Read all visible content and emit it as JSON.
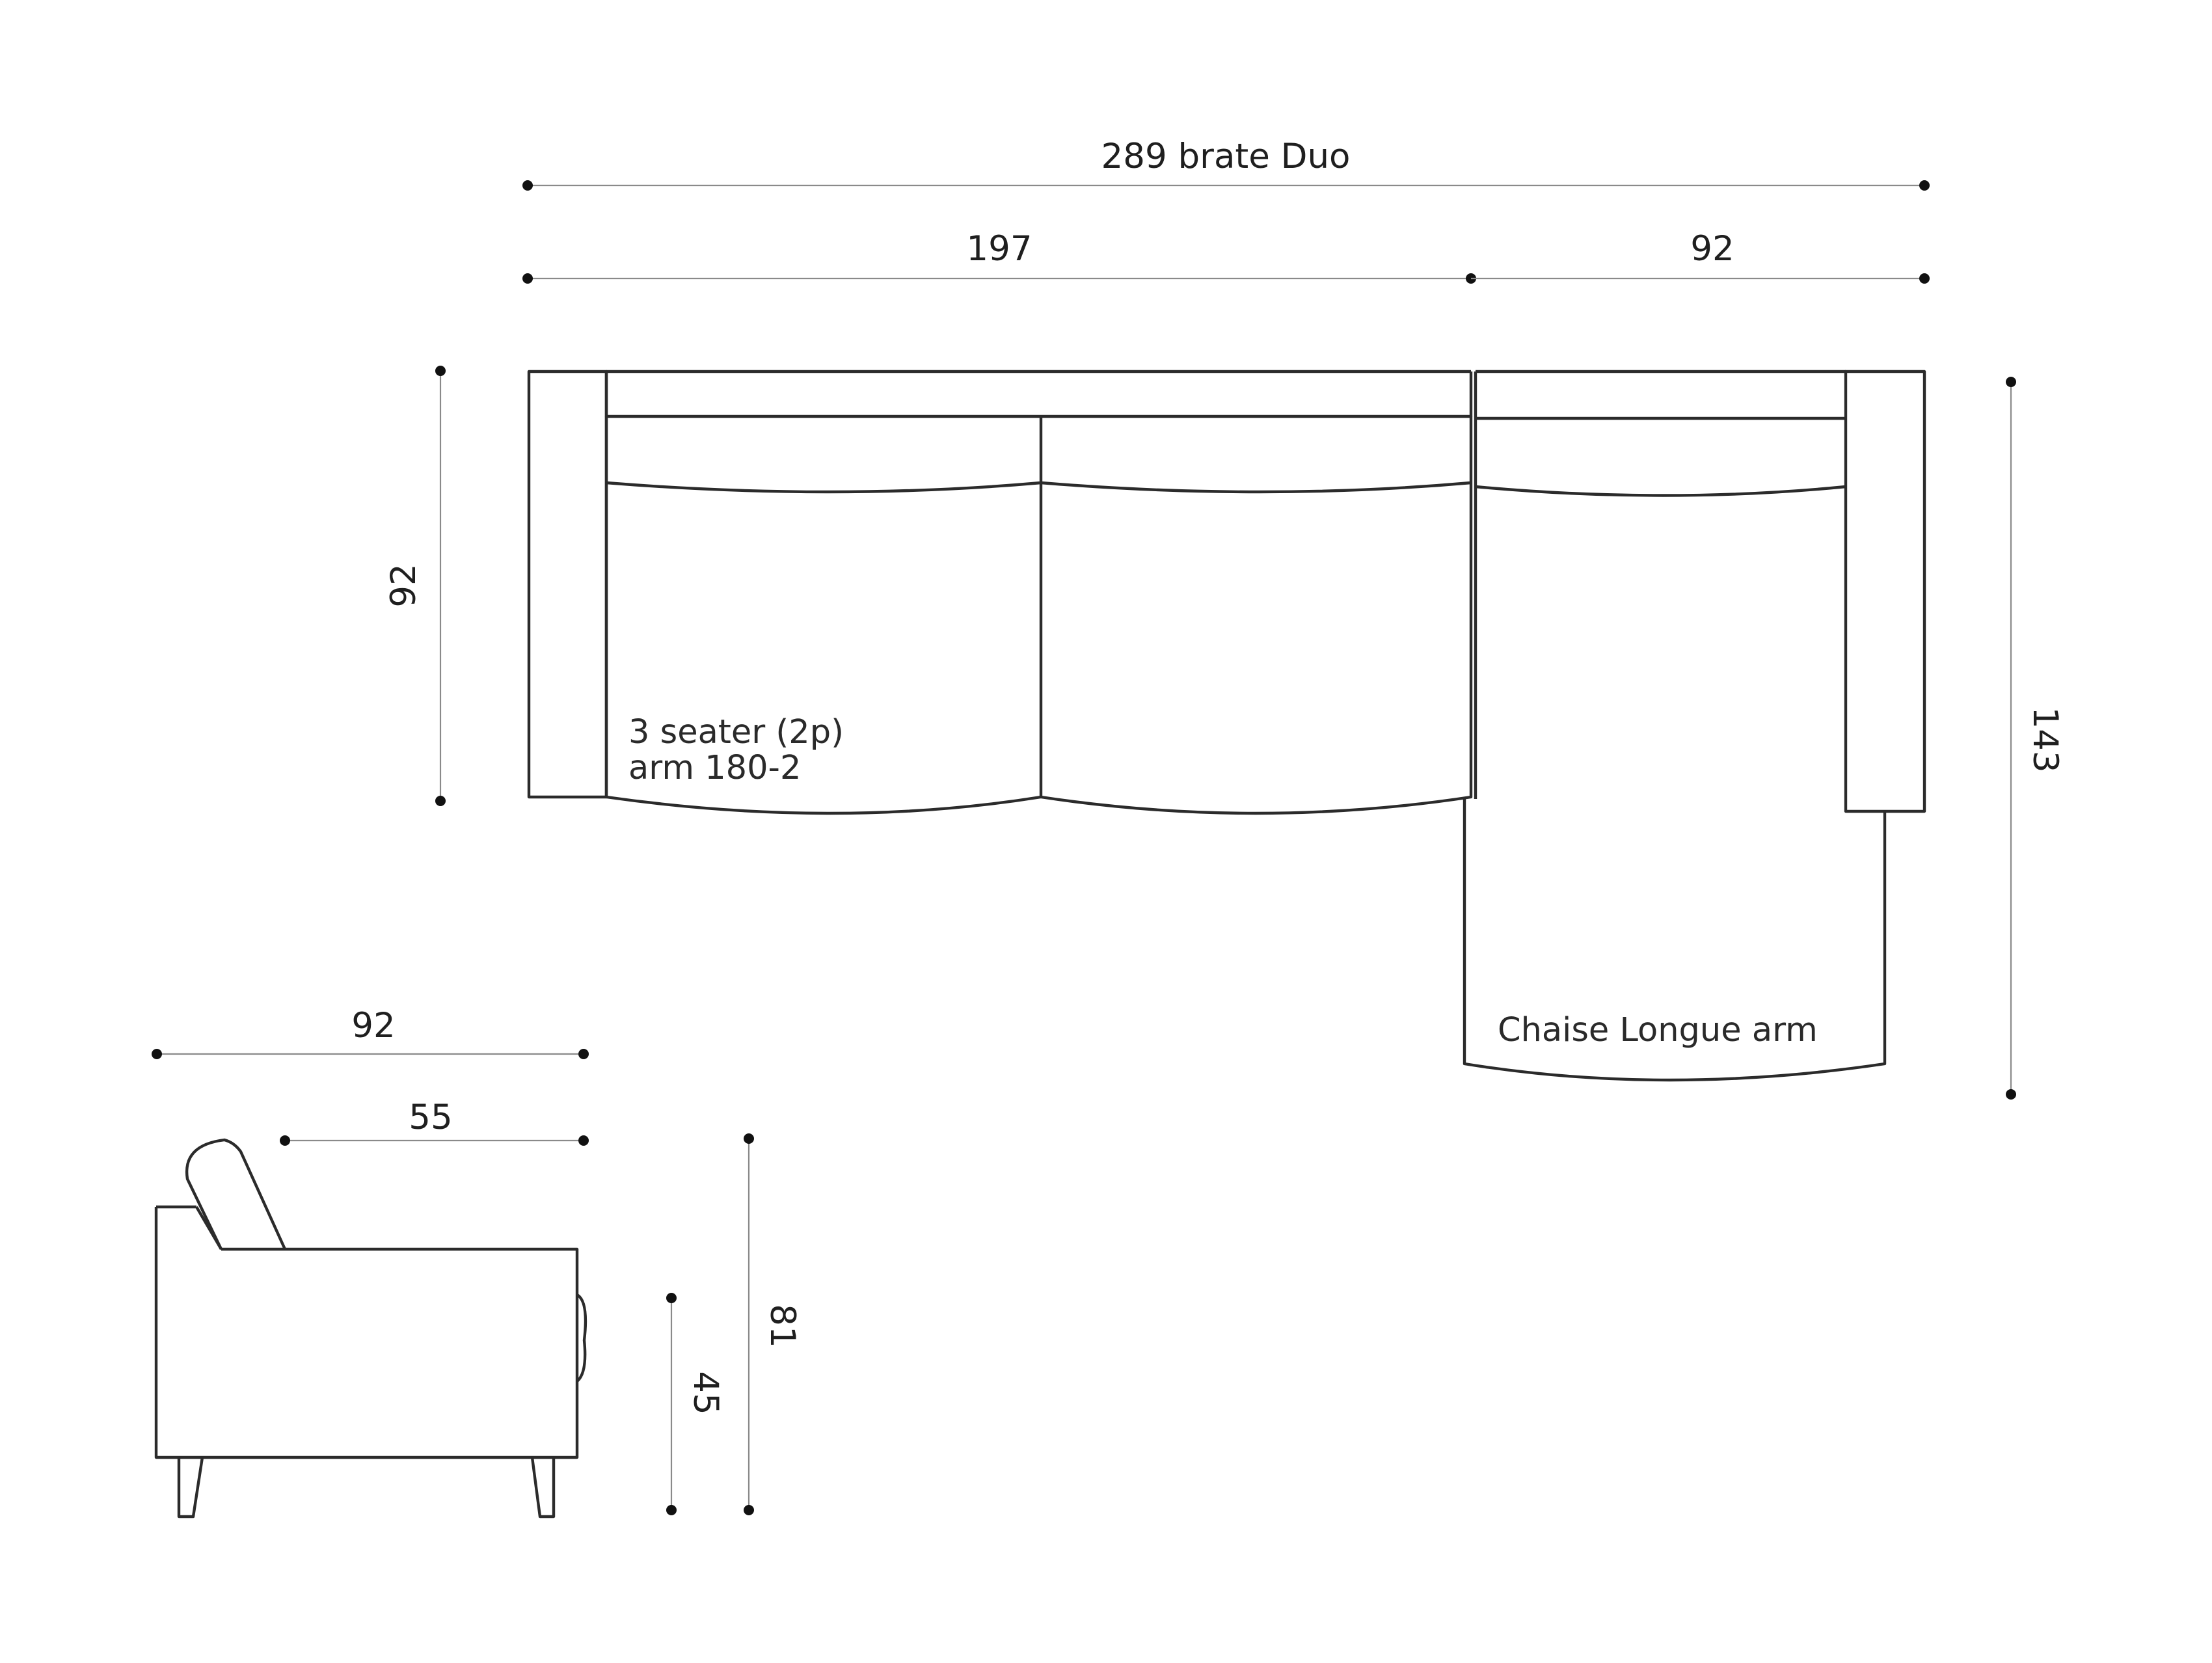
{
  "dimensions": {
    "total_width": "289 brate Duo",
    "left_section_width": "197",
    "right_section_width": "92",
    "sofa_depth": "92",
    "chaise_depth": "143",
    "side_total_depth": "92",
    "side_seat_depth": "55",
    "side_total_height": "81",
    "side_seat_height": "45"
  },
  "labels": {
    "seater_line1": "3 seater (2p)",
    "seater_line2": "arm 180-2",
    "chaise": "Chaise Longue arm"
  },
  "colors": {
    "outline": "#2b2b2b",
    "dimension_line": "#8a8a8a",
    "dimension_dot": "#111111"
  }
}
